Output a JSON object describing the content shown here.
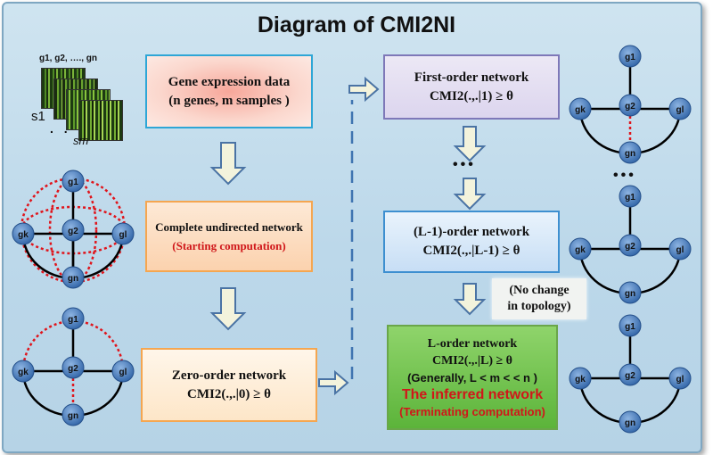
{
  "title": "Diagram of CMI2NI",
  "matrix": {
    "genes_label": "g1, g2, …., gn",
    "s1": "s1",
    "sm": "sm",
    "dots": ". ."
  },
  "boxes": {
    "gene": {
      "line1": "Gene expression data",
      "line2": "(n genes, m samples )"
    },
    "complete": {
      "line1": "Complete undirected network",
      "line2": "(Starting computation)"
    },
    "zero": {
      "line1": "Zero-order network",
      "line2": "CMI2(.,.|0) ≥ θ"
    },
    "first": {
      "line1": "First-order network",
      "line2": "CMI2(.,.|1) ≥ θ"
    },
    "lminus": {
      "line1": "(L-1)-order network",
      "line2": "CMI2(.,.|L-1) ≥ θ"
    },
    "l": {
      "line1": "L-order network",
      "line2": "CMI2(.,.|L) ≥ θ",
      "line3": "(Generally, L < m < < n )",
      "line4": "The inferred network",
      "line5": "(Terminating computation)"
    }
  },
  "no_change": {
    "line1": "(No change",
    "line2": "in topology)"
  },
  "ellipsis": "•••",
  "node_labels": {
    "g1": "g1",
    "g2": "g2",
    "gk": "gk",
    "gl": "gl",
    "gn": "gn"
  },
  "colors": {
    "node": "#3e77b8",
    "solid_edge": "#000000",
    "dashed_edge": "#e0141b",
    "arrow_fill": "#f3f3dc",
    "arrow_stroke": "#4a73a4"
  }
}
